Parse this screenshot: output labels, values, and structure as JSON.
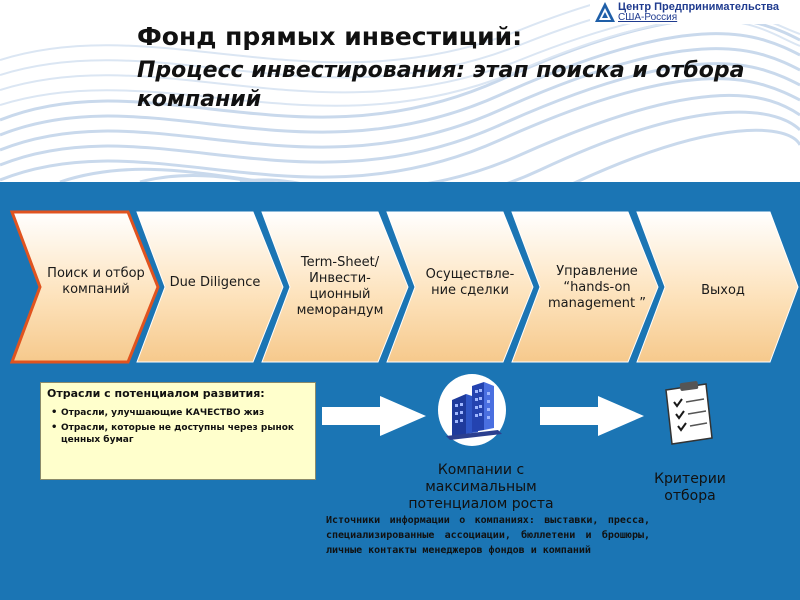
{
  "logo": {
    "line1": "Центр Предпринимательства",
    "line2": "США-Россия"
  },
  "title": "Фонд прямых инвестиций:",
  "subtitle": "Процесс инвестирования: этап поиска и отбора компаний",
  "steps": [
    "Поиск и отбор компаний",
    "Due Diligence",
    "Term-Sheet/ Инвести-ционный меморандум",
    "Осуществле-ние сделки",
    "Управление “hands-on management ”",
    "Выход"
  ],
  "sectors_box": {
    "heading": "Отрасли с потенциалом развития:",
    "items": [
      "Отрасли, улучшающие КАЧЕСТВО жиз",
      "Отрасли, которые не доступны через рынок ценных бумаг"
    ]
  },
  "companies_label": "Компании с максимальным потенциалом роста",
  "criteria_label": "Критерии отбора",
  "sources_text": "Источники информации о компаниях: выставки, пресса, специализированные ассоциации, бюллетени и брошюры, личные контакты менеджеров фондов и компаний",
  "icons": [
    "buildings-icon",
    "clipboard-checklist-icon",
    "logo-triangle-icon"
  ],
  "colors": {
    "background_blue": "#1b75b4",
    "chevron_fill": "#fde3bd",
    "chevron_active_border": "#e0531f",
    "box_fill": "#ffffcc"
  }
}
